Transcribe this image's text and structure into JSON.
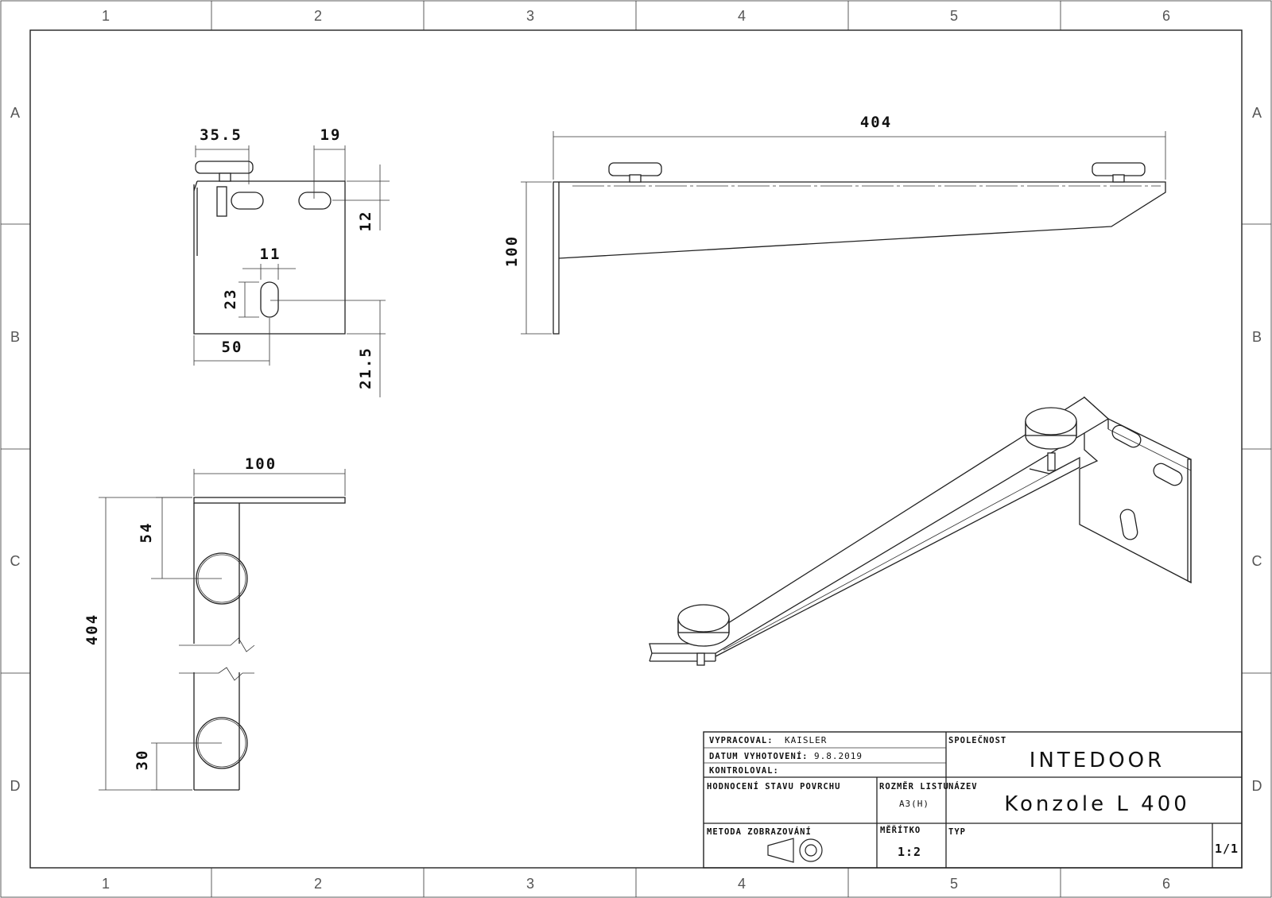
{
  "grid": {
    "columns": [
      "1",
      "2",
      "3",
      "4",
      "5",
      "6"
    ],
    "rows": [
      "A",
      "B",
      "C",
      "D"
    ]
  },
  "dimensions": {
    "top_width_left": "35.5",
    "slot_width_top": "19",
    "slot_height_top": "12",
    "slot_width_mid": "11",
    "slot_height_mid": "23",
    "offset_x_mid": "50",
    "offset_bottom": "21.5",
    "side_length": "404",
    "side_height": "100",
    "plan_width": "100",
    "plan_length": "404",
    "plan_hole_top": "54",
    "plan_hole_bottom": "30"
  },
  "title_block": {
    "drawn_by_label": "VYPRACOVAL:",
    "drawn_by_value": "KAISLER",
    "date_label": "DATUM VYHOTOVENÍ:",
    "date_value": "9.8.2019",
    "checked_label": "KONTROLOVAL:",
    "surface_label": "HODNOCENÍ STAVU POVRCHU",
    "sheet_size_label": "ROZMĚR LISTU",
    "sheet_size_value": "A3(H)",
    "company_label": "SPOLEČNOST",
    "company_value": "INTEDOOR",
    "name_label": "NÁZEV",
    "name_value": "Konzole L 400",
    "method_label": "METODA ZOBRAZOVÁNÍ",
    "scale_label": "MĚŘÍTKO",
    "scale_value": "1:2",
    "type_label": "TYP",
    "sheet_number": "1/1"
  }
}
